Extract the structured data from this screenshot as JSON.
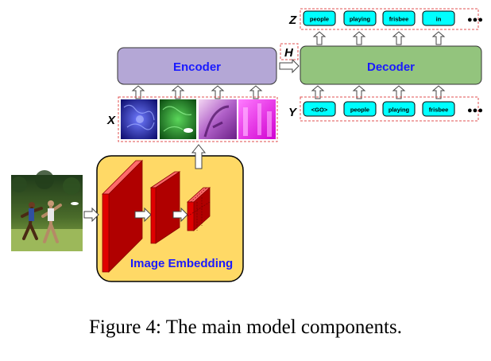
{
  "labels": {
    "z": "Z",
    "h": "H",
    "x": "X",
    "y": "Y",
    "encoder": "Encoder",
    "decoder": "Decoder",
    "image_embedding": "Image Embedding"
  },
  "output_tokens": [
    "people",
    "playing",
    "frisbee",
    "in",
    "●●●"
  ],
  "input_tokens": [
    "<GO>",
    "people",
    "playing",
    "frisbee",
    "●●●"
  ],
  "caption": "Figure 4: The main model components.",
  "colors": {
    "encoder_fill": "#b4a7d6",
    "decoder_fill": "#93c47d",
    "token_fill": "#00ffff",
    "embedding_fill": "#ffd966",
    "cnn_red": "#cc0000",
    "label_blue": "#1a1aff",
    "dashed_red": "#e05050"
  },
  "image_icons": [
    "photo-icon",
    "feature-map-blue",
    "feature-map-green",
    "feature-map-pink",
    "feature-map-magenta"
  ]
}
